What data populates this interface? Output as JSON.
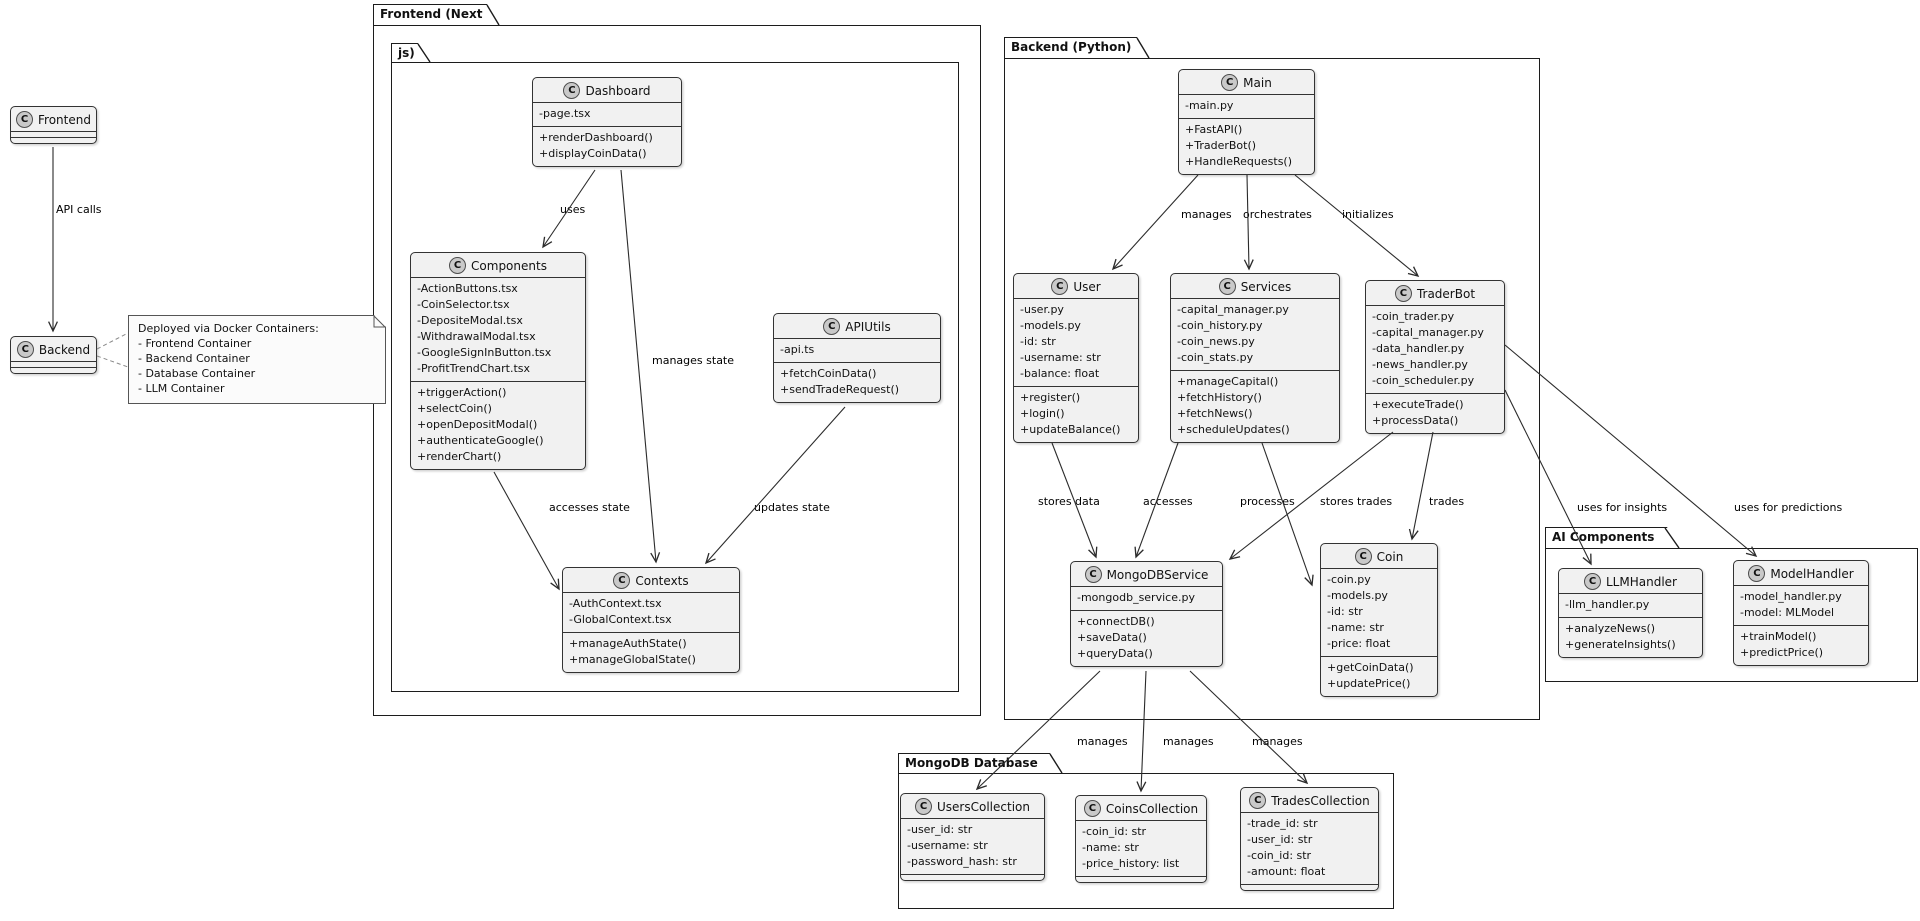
{
  "packages": {
    "frontend_next": "Frontend (Next",
    "js": "js)",
    "backend_python": "Backend (Python)",
    "ai_components": "AI Components",
    "mongodb_database": "MongoDB Database"
  },
  "note": {
    "lines": [
      "Deployed via Docker Containers:",
      "- Frontend Container",
      "- Backend Container",
      "- Database Container",
      "- LLM Container"
    ]
  },
  "classes": {
    "frontend_box": {
      "badge": "C",
      "name": "Frontend"
    },
    "backend_box": {
      "badge": "C",
      "name": "Backend"
    },
    "dashboard": {
      "badge": "C",
      "name": "Dashboard",
      "attributes": [
        "-page.tsx"
      ],
      "methods": [
        "+renderDashboard()",
        "+displayCoinData()"
      ]
    },
    "components": {
      "badge": "C",
      "name": "Components",
      "attributes": [
        "-ActionButtons.tsx",
        "-CoinSelector.tsx",
        "-DepositeModal.tsx",
        "-WithdrawalModal.tsx",
        "-GoogleSignInButton.tsx",
        "-ProfitTrendChart.tsx"
      ],
      "methods": [
        "+triggerAction()",
        "+selectCoin()",
        "+openDepositModal()",
        "+authenticateGoogle()",
        "+renderChart()"
      ]
    },
    "apiutils": {
      "badge": "C",
      "name": "APIUtils",
      "attributes": [
        "-api.ts"
      ],
      "methods": [
        "+fetchCoinData()",
        "+sendTradeRequest()"
      ]
    },
    "contexts": {
      "badge": "C",
      "name": "Contexts",
      "attributes": [
        "-AuthContext.tsx",
        "-GlobalContext.tsx"
      ],
      "methods": [
        "+manageAuthState()",
        "+manageGlobalState()"
      ]
    },
    "main": {
      "badge": "C",
      "name": "Main",
      "attributes": [
        "-main.py"
      ],
      "methods": [
        "+FastAPI()",
        "+TraderBot()",
        "+HandleRequests()"
      ]
    },
    "user": {
      "badge": "C",
      "name": "User",
      "attributes": [
        "-user.py",
        "-models.py",
        "-id: str",
        "-username: str",
        "-balance: float"
      ],
      "methods": [
        "+register()",
        "+login()",
        "+updateBalance()"
      ]
    },
    "services": {
      "badge": "C",
      "name": "Services",
      "attributes": [
        "-capital_manager.py",
        "-coin_history.py",
        "-coin_news.py",
        "-coin_stats.py"
      ],
      "methods": [
        "+manageCapital()",
        "+fetchHistory()",
        "+fetchNews()",
        "+scheduleUpdates()"
      ]
    },
    "traderbot": {
      "badge": "C",
      "name": "TraderBot",
      "attributes": [
        "-coin_trader.py",
        "-capital_manager.py",
        "-data_handler.py",
        "-news_handler.py",
        "-coin_scheduler.py"
      ],
      "methods": [
        "+executeTrade()",
        "+processData()"
      ]
    },
    "mongodbservice": {
      "badge": "C",
      "name": "MongoDBService",
      "attributes": [
        "-mongodb_service.py"
      ],
      "methods": [
        "+connectDB()",
        "+saveData()",
        "+queryData()"
      ]
    },
    "coin": {
      "badge": "C",
      "name": "Coin",
      "attributes": [
        "-coin.py",
        "-models.py",
        "-id: str",
        "-name: str",
        "-price: float"
      ],
      "methods": [
        "+getCoinData()",
        "+updatePrice()"
      ]
    },
    "llmhandler": {
      "badge": "C",
      "name": "LLMHandler",
      "attributes": [
        "-llm_handler.py"
      ],
      "methods": [
        "+analyzeNews()",
        "+generateInsights()"
      ]
    },
    "modelhandler": {
      "badge": "C",
      "name": "ModelHandler",
      "attributes": [
        "-model_handler.py",
        "-model: MLModel"
      ],
      "methods": [
        "+trainModel()",
        "+predictPrice()"
      ]
    },
    "userscollection": {
      "badge": "C",
      "name": "UsersCollection",
      "attributes": [
        "-user_id: str",
        "-username: str",
        "-password_hash: str"
      ],
      "methods": []
    },
    "coinscollection": {
      "badge": "C",
      "name": "CoinsCollection",
      "attributes": [
        "-coin_id: str",
        "-name: str",
        "-price_history: list"
      ],
      "methods": []
    },
    "tradescollection": {
      "badge": "C",
      "name": "TradesCollection",
      "attributes": [
        "-trade_id: str",
        "-user_id: str",
        "-coin_id: str",
        "-amount: float"
      ],
      "methods": []
    }
  },
  "edges": {
    "api_calls": "API calls",
    "uses": "uses",
    "manages_state": "manages state",
    "accesses_state": "accesses state",
    "updates_state": "updates state",
    "manages": "manages",
    "orchestrates": "orchestrates",
    "initializes": "initializes",
    "stores_data": "stores data",
    "accesses": "accesses",
    "processes": "processes",
    "stores_trades": "stores trades",
    "trades": "trades",
    "uses_for_insights": "uses for insights",
    "uses_for_predictions": "uses for predictions",
    "manages_users": "manages",
    "manages_coins": "manages",
    "manages_trades": "manages"
  }
}
